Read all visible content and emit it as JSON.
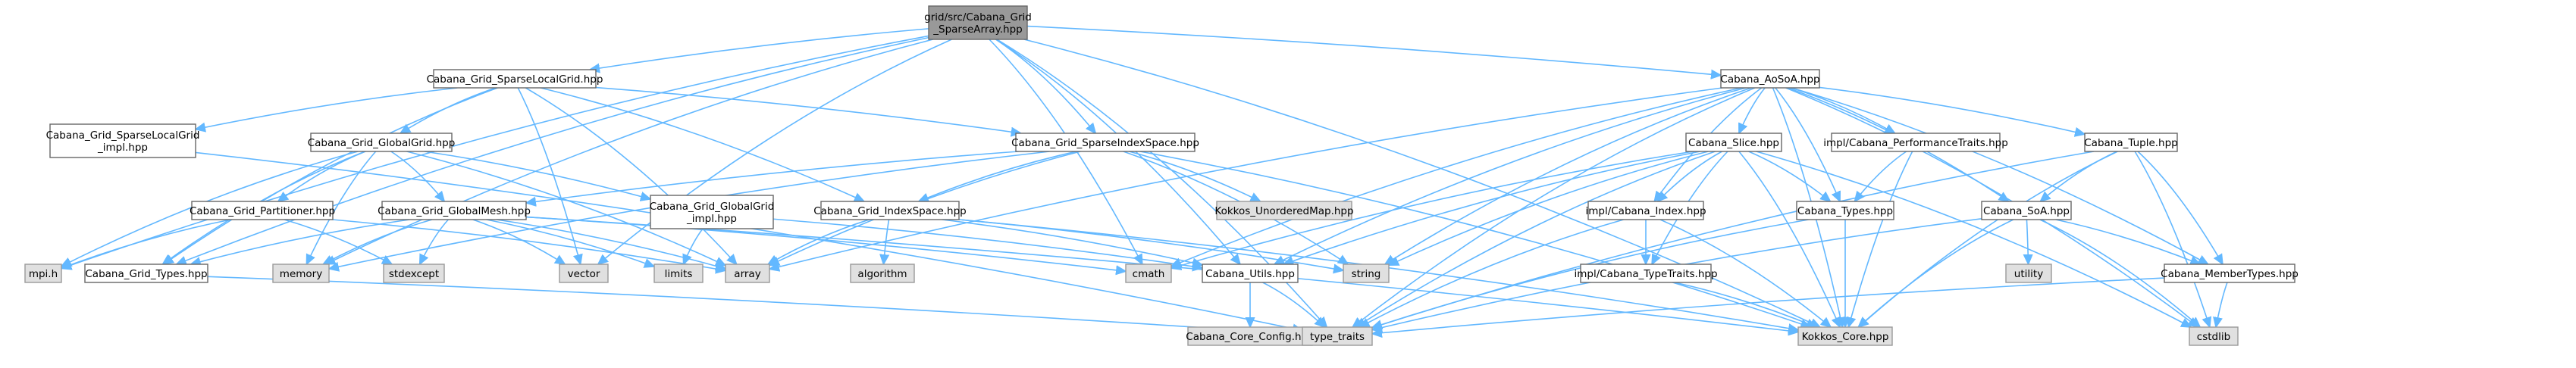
{
  "diagram": {
    "type": "include-dependency-graph",
    "colors": {
      "edge": "#63b8ff",
      "root_fill": "#999999",
      "file_fill": "#ffffff",
      "system_fill": "#e0e0e0",
      "border": "#666666"
    },
    "nodes": [
      {
        "id": "root",
        "kind": "root",
        "lines": [
          "grid/src/Cabana_Grid",
          "_SparseArray.hpp"
        ]
      },
      {
        "id": "sparselocalgrid",
        "kind": "file",
        "lines": [
          "Cabana_Grid_SparseLocalGrid.hpp"
        ]
      },
      {
        "id": "sparselocalgrid_impl",
        "kind": "file",
        "lines": [
          "Cabana_Grid_SparseLocalGrid",
          "_impl.hpp"
        ]
      },
      {
        "id": "globalgrid",
        "kind": "file",
        "lines": [
          "Cabana_Grid_GlobalGrid.hpp"
        ]
      },
      {
        "id": "partitioner",
        "kind": "file",
        "lines": [
          "Cabana_Grid_Partitioner.hpp"
        ]
      },
      {
        "id": "globalmesh",
        "kind": "file",
        "lines": [
          "Cabana_Grid_GlobalMesh.hpp"
        ]
      },
      {
        "id": "globalgrid_impl",
        "kind": "file",
        "lines": [
          "Cabana_Grid_GlobalGrid",
          "_impl.hpp"
        ]
      },
      {
        "id": "sparseindexspace",
        "kind": "file",
        "lines": [
          "Cabana_Grid_SparseIndexSpace.hpp"
        ]
      },
      {
        "id": "indexspace",
        "kind": "file",
        "lines": [
          "Cabana_Grid_IndexSpace.hpp"
        ]
      },
      {
        "id": "kokkos_unordered",
        "kind": "sys",
        "lines": [
          "Kokkos_UnorderedMap.hpp"
        ]
      },
      {
        "id": "grid_types",
        "kind": "file",
        "lines": [
          "Cabana_Grid_Types.hpp"
        ]
      },
      {
        "id": "mpi",
        "kind": "sys",
        "lines": [
          "mpi.h"
        ]
      },
      {
        "id": "memory",
        "kind": "sys",
        "lines": [
          "memory"
        ]
      },
      {
        "id": "stdexcept",
        "kind": "sys",
        "lines": [
          "stdexcept"
        ]
      },
      {
        "id": "vector",
        "kind": "sys",
        "lines": [
          "vector"
        ]
      },
      {
        "id": "limits",
        "kind": "sys",
        "lines": [
          "limits"
        ]
      },
      {
        "id": "array",
        "kind": "sys",
        "lines": [
          "array"
        ]
      },
      {
        "id": "algorithm",
        "kind": "sys",
        "lines": [
          "algorithm"
        ]
      },
      {
        "id": "cmath",
        "kind": "sys",
        "lines": [
          "cmath"
        ]
      },
      {
        "id": "utils",
        "kind": "file",
        "lines": [
          "Cabana_Utils.hpp"
        ]
      },
      {
        "id": "core_config",
        "kind": "sys",
        "lines": [
          "Cabana_Core_Config.hpp"
        ]
      },
      {
        "id": "string",
        "kind": "sys",
        "lines": [
          "string"
        ]
      },
      {
        "id": "type_traits",
        "kind": "sys",
        "lines": [
          "type_traits"
        ]
      },
      {
        "id": "aosoa",
        "kind": "file",
        "lines": [
          "Cabana_AoSoA.hpp"
        ]
      },
      {
        "id": "slice",
        "kind": "file",
        "lines": [
          "Cabana_Slice.hpp"
        ]
      },
      {
        "id": "perftraits",
        "kind": "file",
        "lines": [
          "impl/Cabana_PerformanceTraits.hpp"
        ]
      },
      {
        "id": "tuple",
        "kind": "file",
        "lines": [
          "Cabana_Tuple.hpp"
        ]
      },
      {
        "id": "impl_index",
        "kind": "file",
        "lines": [
          "impl/Cabana_Index.hpp"
        ]
      },
      {
        "id": "cabana_types",
        "kind": "file",
        "lines": [
          "Cabana_Types.hpp"
        ]
      },
      {
        "id": "soa",
        "kind": "file",
        "lines": [
          "Cabana_SoA.hpp"
        ]
      },
      {
        "id": "utility",
        "kind": "sys",
        "lines": [
          "utility"
        ]
      },
      {
        "id": "typetraits_impl",
        "kind": "file",
        "lines": [
          "impl/Cabana_TypeTraits.hpp"
        ]
      },
      {
        "id": "membertypes",
        "kind": "file",
        "lines": [
          "Cabana_MemberTypes.hpp"
        ]
      },
      {
        "id": "kokkos_core",
        "kind": "sys",
        "lines": [
          "Kokkos_Core.hpp"
        ]
      },
      {
        "id": "cstdlib",
        "kind": "sys",
        "lines": [
          "cstdlib"
        ]
      }
    ],
    "edges": [
      [
        "root",
        "sparselocalgrid"
      ],
      [
        "root",
        "aosoa"
      ],
      [
        "root",
        "sparseindexspace"
      ],
      [
        "root",
        "utils"
      ],
      [
        "root",
        "vector"
      ],
      [
        "root",
        "type_traits"
      ],
      [
        "root",
        "memory"
      ],
      [
        "root",
        "mpi"
      ],
      [
        "root",
        "kokkos_core"
      ],
      [
        "root",
        "cmath"
      ],
      [
        "root",
        "grid_types"
      ],
      [
        "sparselocalgrid",
        "sparselocalgrid_impl"
      ],
      [
        "sparselocalgrid",
        "globalgrid"
      ],
      [
        "sparselocalgrid",
        "sparseindexspace"
      ],
      [
        "sparselocalgrid",
        "indexspace"
      ],
      [
        "sparselocalgrid",
        "grid_types"
      ],
      [
        "sparselocalgrid",
        "vector"
      ],
      [
        "sparselocalgrid",
        "array"
      ],
      [
        "sparselocalgrid_impl",
        "type_traits"
      ],
      [
        "globalgrid",
        "partitioner"
      ],
      [
        "globalgrid",
        "globalmesh"
      ],
      [
        "globalgrid",
        "globalgrid_impl"
      ],
      [
        "globalgrid",
        "grid_types"
      ],
      [
        "globalgrid",
        "mpi"
      ],
      [
        "globalgrid",
        "memory"
      ],
      [
        "globalgrid",
        "array"
      ],
      [
        "partitioner",
        "mpi"
      ],
      [
        "partitioner",
        "stdexcept"
      ],
      [
        "partitioner",
        "array"
      ],
      [
        "globalmesh",
        "grid_types"
      ],
      [
        "globalmesh",
        "memory"
      ],
      [
        "globalmesh",
        "stdexcept"
      ],
      [
        "globalmesh",
        "vector"
      ],
      [
        "globalmesh",
        "limits"
      ],
      [
        "globalmesh",
        "array"
      ],
      [
        "globalmesh",
        "kokkos_core"
      ],
      [
        "globalmesh",
        "cmath"
      ],
      [
        "globalgrid_impl",
        "limits"
      ],
      [
        "globalgrid_impl",
        "utils"
      ],
      [
        "sparseindexspace",
        "indexspace"
      ],
      [
        "sparseindexspace",
        "kokkos_unordered"
      ],
      [
        "sparseindexspace",
        "string"
      ],
      [
        "sparseindexspace",
        "kokkos_core"
      ],
      [
        "sparseindexspace",
        "array"
      ],
      [
        "sparseindexspace",
        "memory"
      ],
      [
        "sparseindexspace",
        "globalmesh"
      ],
      [
        "indexspace",
        "algorithm"
      ],
      [
        "indexspace",
        "array"
      ],
      [
        "indexspace",
        "string"
      ],
      [
        "indexspace",
        "kokkos_core"
      ],
      [
        "indexspace",
        "utils"
      ],
      [
        "grid_types",
        "type_traits"
      ],
      [
        "utils",
        "core_config"
      ],
      [
        "utils",
        "type_traits"
      ],
      [
        "aosoa",
        "slice"
      ],
      [
        "aosoa",
        "perftraits"
      ],
      [
        "aosoa",
        "tuple"
      ],
      [
        "aosoa",
        "impl_index"
      ],
      [
        "aosoa",
        "cabana_types"
      ],
      [
        "aosoa",
        "soa"
      ],
      [
        "aosoa",
        "membertypes"
      ],
      [
        "aosoa",
        "utils"
      ],
      [
        "aosoa",
        "string"
      ],
      [
        "aosoa",
        "cmath"
      ],
      [
        "aosoa",
        "type_traits"
      ],
      [
        "aosoa",
        "cstdlib"
      ],
      [
        "aosoa",
        "kokkos_core"
      ],
      [
        "aosoa",
        "array"
      ],
      [
        "slice",
        "impl_index"
      ],
      [
        "slice",
        "cabana_types"
      ],
      [
        "slice",
        "typetraits_impl"
      ],
      [
        "slice",
        "utils"
      ],
      [
        "slice",
        "string"
      ],
      [
        "slice",
        "type_traits"
      ],
      [
        "slice",
        "cstdlib"
      ],
      [
        "slice",
        "kokkos_core"
      ],
      [
        "slice",
        "cmath"
      ],
      [
        "perftraits",
        "cabana_types"
      ],
      [
        "perftraits",
        "kokkos_core"
      ],
      [
        "tuple",
        "soa"
      ],
      [
        "tuple",
        "membertypes"
      ],
      [
        "tuple",
        "type_traits"
      ],
      [
        "tuple",
        "cstdlib"
      ],
      [
        "tuple",
        "kokkos_core"
      ],
      [
        "impl_index",
        "typetraits_impl"
      ],
      [
        "impl_index",
        "type_traits"
      ],
      [
        "impl_index",
        "kokkos_core"
      ],
      [
        "cabana_types",
        "kokkos_core"
      ],
      [
        "cabana_types",
        "type_traits"
      ],
      [
        "soa",
        "utility"
      ],
      [
        "soa",
        "membertypes"
      ],
      [
        "soa",
        "cstdlib"
      ],
      [
        "soa",
        "kokkos_core"
      ],
      [
        "soa",
        "type_traits"
      ],
      [
        "typetraits_impl",
        "kokkos_core"
      ],
      [
        "membertypes",
        "cstdlib"
      ],
      [
        "membertypes",
        "type_traits"
      ]
    ]
  }
}
